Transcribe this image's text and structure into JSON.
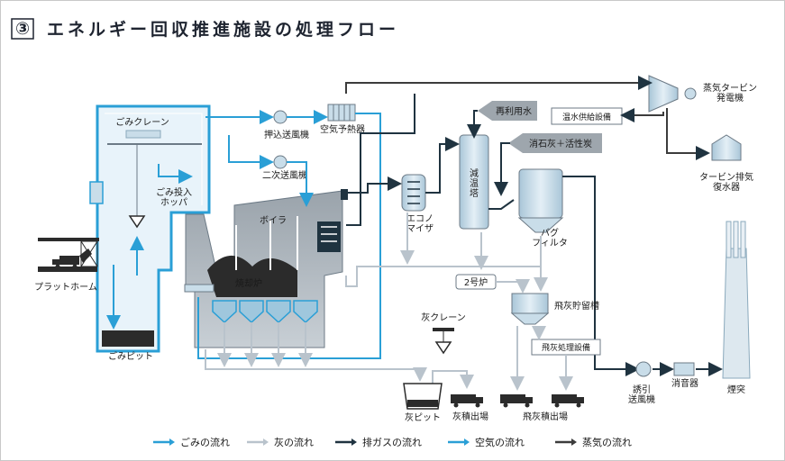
{
  "title": {
    "badge": "③",
    "text": "エネルギー回収推進施設の処理フロー"
  },
  "labels": {
    "gomi_crane": "ごみクレーン",
    "gomi_hopper": "ごみ投入\nホッパ",
    "platform": "プラットホーム",
    "gomi_pit": "ごみピット",
    "oshikomi_fan": "押込送風機",
    "niji_fan": "二次送風機",
    "air_preheater": "空気予熱器",
    "boiler": "ボイラ",
    "incinerator": "焼却炉",
    "economizer": "エコノ\nマイザ",
    "cooling_tower": "減\n温\n塔",
    "bag_filter": "バグ\nフィルタ",
    "reuse_water": "再利用水",
    "lime_carbon": "消石灰＋活性炭",
    "hot_water": "温水供給設備",
    "steam_turbine": "蒸気タービン\n発電機",
    "condenser": "タービン排気\n復水器",
    "furnace2": "2号炉",
    "fly_ash_tank": "飛灰貯留槽",
    "fly_ash_treat": "飛灰処理設備",
    "ash_crane": "灰クレーン",
    "ash_pit": "灰ピット",
    "ash_out": "灰積出場",
    "fly_ash_out": "飛灰積出場",
    "induced_fan": "誘引\n送風機",
    "silencer": "消音器",
    "stack": "煙突"
  },
  "legend": [
    {
      "label": "ごみの流れ",
      "color": "#2a9fd6"
    },
    {
      "label": "灰の流れ",
      "color": "#b9c3cc"
    },
    {
      "label": "排ガスの流れ",
      "color": "#1f3340"
    },
    {
      "label": "空気の流れ",
      "color": "#2a9fd6"
    },
    {
      "label": "蒸気の流れ",
      "color": "#3c3c3c"
    }
  ],
  "colors": {
    "garbage": "#2a9fd6",
    "ash": "#b9c3cc",
    "exhaust": "#1f3340",
    "air": "#2a9fd6",
    "steam": "#3c3c3c",
    "equipment": "#c9dde9",
    "equipment_dark": "#8aa9bc",
    "arrow_box": "#9ea6ad"
  }
}
